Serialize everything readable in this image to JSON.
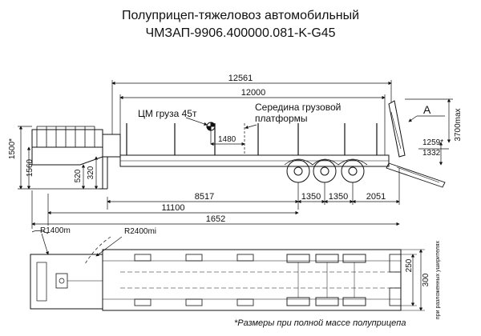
{
  "title_line1": "Полуприцеп-тяжеловоз автомобильный",
  "title_line2": "ЧМЗАП-9906.400000.081-K-G45",
  "labels": {
    "center_of_mass": "ЦМ груза 45т",
    "platform_center_1": "Середина грузовой",
    "platform_center_2": "платформы",
    "view_marker": "А",
    "radius_front": "R1400m",
    "radius_swing": "R2400mi",
    "ramp_note": "при разложенных уширителях"
  },
  "dimensions": {
    "overall_length": "12561",
    "platform_length": "12000",
    "com_offset": "1480",
    "ramp_height": "3700max",
    "deck_height_loaded": "1259*",
    "ramp_extension": "1332",
    "front_height": "1500*",
    "kingpin_height": "1560",
    "coupling_height": "520",
    "gooseneck_height": "320",
    "dim_8517": "8517",
    "dim_1350a": "1350",
    "dim_1350b": "1350",
    "dim_2051": "2051",
    "dim_11100": "11100",
    "dim_1652": "1652",
    "width_250": "250",
    "width_300": "300"
  },
  "footnote": "*Размеры при полной массе полуприцепа"
}
